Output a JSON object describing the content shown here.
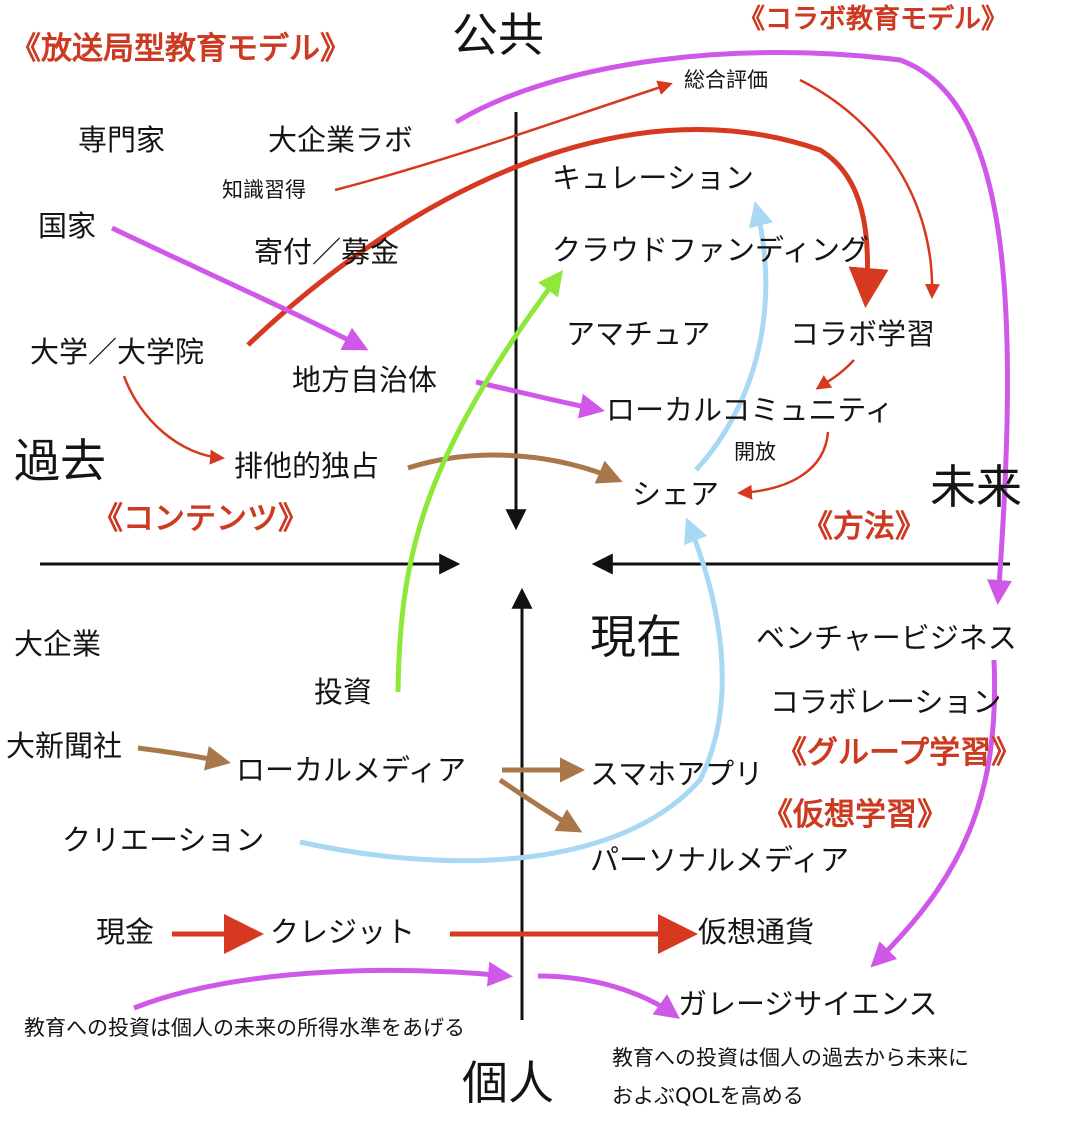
{
  "axes": {
    "top": "公共",
    "bottom": "個人",
    "left": "過去",
    "right": "未来",
    "center": "現在"
  },
  "models": {
    "broadcast": "《放送局型教育モデル》",
    "collab": "《コラボ教育モデル》",
    "contents": "《コンテンツ》",
    "method": "《方法》",
    "group_learning": "《グループ学習》",
    "virtual_learning": "《仮想学習》"
  },
  "nodes": {
    "expert": "専門家",
    "big_corp_lab": "大企業ラボ",
    "knowledge": "知識習得",
    "overall_eval": "総合評価",
    "nation": "国家",
    "donation": "寄付／募金",
    "curation": "キュレーション",
    "crowdfunding": "クラウドファンディング",
    "university": "大学／大学院",
    "amateur": "アマチュア",
    "collab_learning": "コラボ学習",
    "local_gov": "地方自治体",
    "local_community": "ローカルコミュニティ",
    "opening": "開放",
    "exclusive": "排他的独占",
    "share": "シェア",
    "big_corp": "大企業",
    "venture": "ベンチャービジネス",
    "investment": "投資",
    "collaboration": "コラボレーション",
    "big_newspaper": "大新聞社",
    "local_media": "ローカルメディア",
    "smartphone_app": "スマホアプリ",
    "creation": "クリエーション",
    "personal_media": "パーソナルメディア",
    "cash": "現金",
    "credit": "クレジット",
    "virtual_currency": "仮想通貨",
    "garage_science": "ガレージサイエンス"
  },
  "notes": {
    "left": "教育への投資は個人の未来の所得水準をあげる",
    "right_line1": "教育への投資は個人の過去から未来に",
    "right_line2": "およぶQOLを高める"
  },
  "colors": {
    "axis": "#111111",
    "red": "#d6391f",
    "red_text": "#cc3a22",
    "magenta": "#d058e8",
    "brown": "#a8784a",
    "green": "#8ee83a",
    "light_blue": "#a8d8f4"
  }
}
